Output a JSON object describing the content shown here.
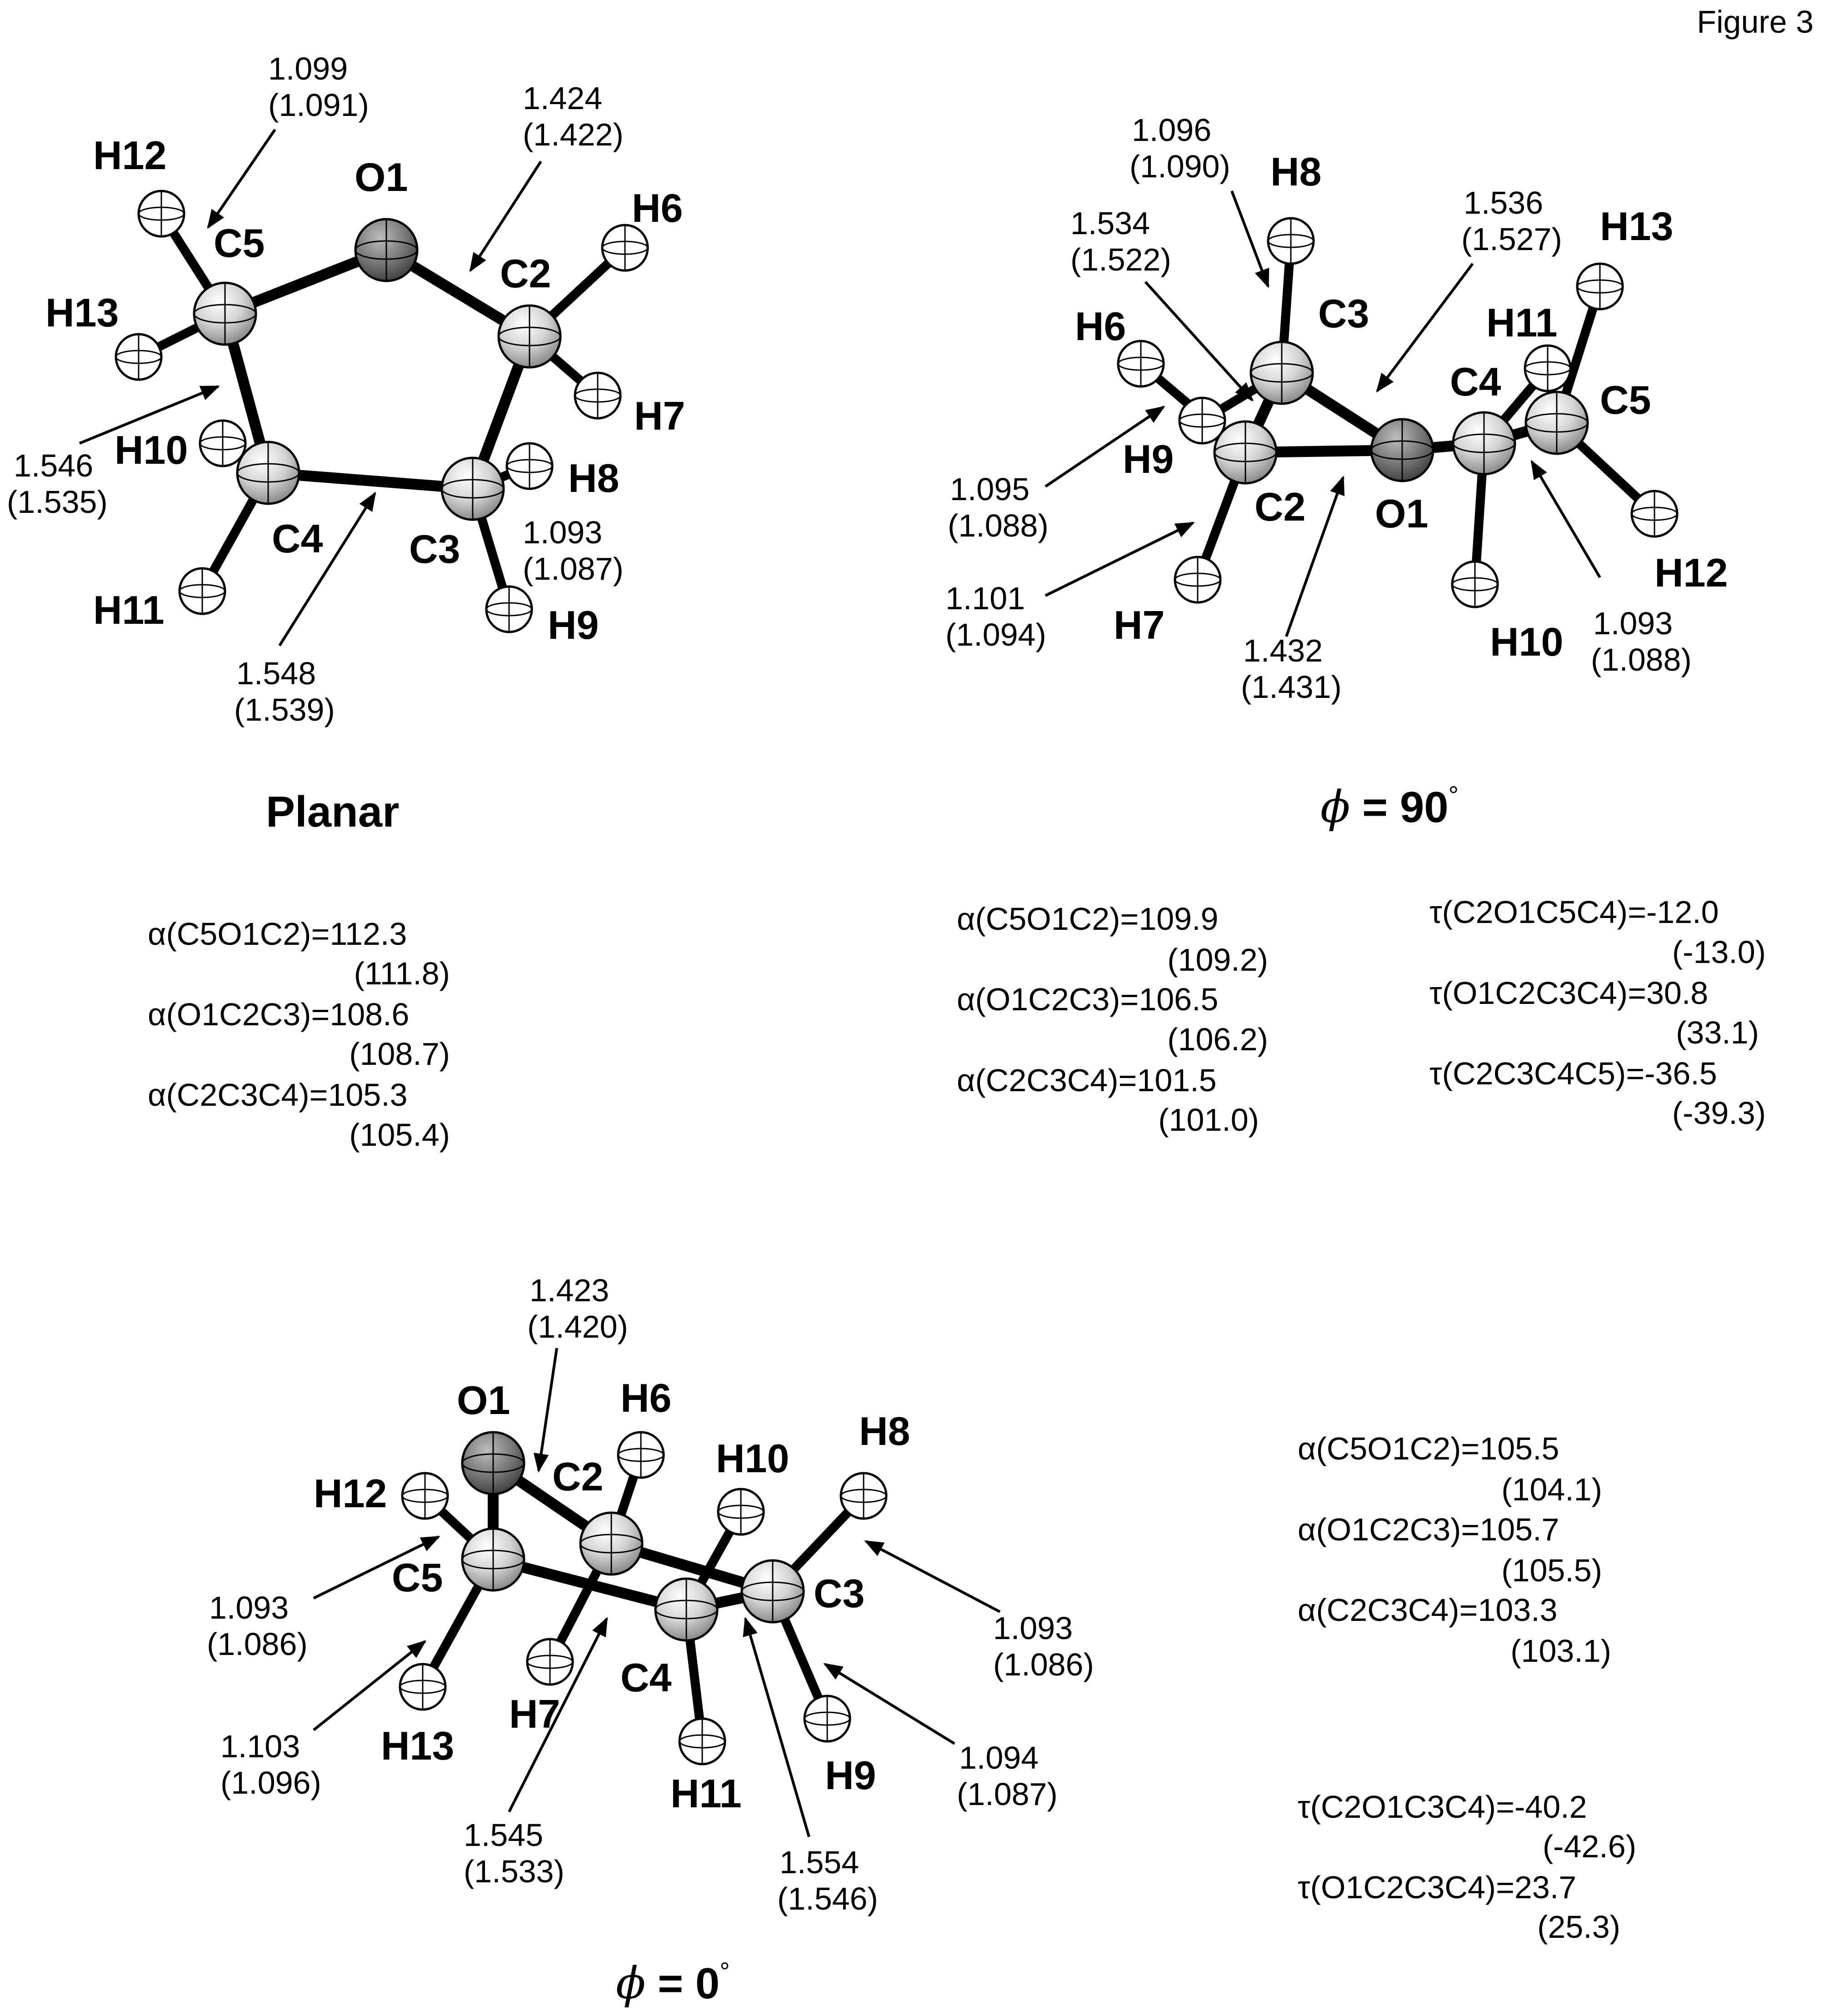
{
  "figure_label": "Figure 3",
  "panels": {
    "planar": {
      "title": "Planar",
      "atoms": {
        "O1": "O1",
        "C2": "C2",
        "C3": "C3",
        "C4": "C4",
        "C5": "C5",
        "H6": "H6",
        "H7": "H7",
        "H8": "H8",
        "H9": "H9",
        "H10": "H10",
        "H11": "H11",
        "H12": "H12",
        "H13": "H13"
      },
      "bonds": [
        {
          "v": "1.099",
          "p": "(1.091)"
        },
        {
          "v": "1.424",
          "p": "(1.422)"
        },
        {
          "v": "1.546",
          "p": "(1.535)"
        },
        {
          "v": "1.093",
          "p": "(1.087)"
        },
        {
          "v": "1.548",
          "p": "(1.539)"
        }
      ],
      "angles": [
        {
          "v": "α(C5O1C2)=112.3",
          "p": "(111.8)"
        },
        {
          "v": "α(O1C2C3)=108.6",
          "p": "(108.7)"
        },
        {
          "v": "α(C2C3C4)=105.3",
          "p": "(105.4)"
        }
      ]
    },
    "phi90": {
      "title_sym": "ϕ",
      "title_rest": " = 90",
      "title_deg": "°",
      "atoms": {
        "O1": "O1",
        "C2": "C2",
        "C3": "C3",
        "C4": "C4",
        "C5": "C5",
        "H6": "H6",
        "H7": "H7",
        "H8": "H8",
        "H9": "H9",
        "H10": "H10",
        "H11": "H11",
        "H12": "H12",
        "H13": "H13"
      },
      "bonds": [
        {
          "v": "1.096",
          "p": "(1.090)"
        },
        {
          "v": "1.534",
          "p": "(1.522)"
        },
        {
          "v": "1.536",
          "p": "(1.527)"
        },
        {
          "v": "1.095",
          "p": "(1.088)"
        },
        {
          "v": "1.101",
          "p": "(1.094)"
        },
        {
          "v": "1.432",
          "p": "(1.431)"
        },
        {
          "v": "1.093",
          "p": "(1.088)"
        }
      ],
      "angles": [
        {
          "v": "α(C5O1C2)=109.9",
          "p": "(109.2)"
        },
        {
          "v": "α(O1C2C3)=106.5",
          "p": "(106.2)"
        },
        {
          "v": "α(C2C3C4)=101.5",
          "p": "(101.0)"
        }
      ],
      "torsions": [
        {
          "v": "τ(C2O1C5C4)=-12.0",
          "p": "(-13.0)"
        },
        {
          "v": "τ(O1C2C3C4)=30.8",
          "p": "(33.1)"
        },
        {
          "v": "τ(C2C3C4C5)=-36.5",
          "p": "(-39.3)"
        }
      ]
    },
    "phi0": {
      "title_sym": "ϕ",
      "title_rest": " = 0",
      "title_deg": "°",
      "atoms": {
        "O1": "O1",
        "C2": "C2",
        "C3": "C3",
        "C4": "C4",
        "C5": "C5",
        "H6": "H6",
        "H7": "H7",
        "H8": "H8",
        "H9": "H9",
        "H10": "H10",
        "H11": "H11",
        "H12": "H12",
        "H13": "H13"
      },
      "bonds": [
        {
          "v": "1.423",
          "p": "(1.420)"
        },
        {
          "v": "1.093",
          "p": "(1.086)"
        },
        {
          "v": "1.103",
          "p": "(1.096)"
        },
        {
          "v": "1.545",
          "p": "(1.533)"
        },
        {
          "v": "1.554",
          "p": "(1.546)"
        },
        {
          "v": "1.093",
          "p": "(1.086)"
        },
        {
          "v": "1.094",
          "p": "(1.087)"
        }
      ],
      "angles": [
        {
          "v": "α(C5O1C2)=105.5",
          "p": "(104.1)"
        },
        {
          "v": "α(O1C2C3)=105.7",
          "p": "(105.5)"
        },
        {
          "v": "α(C2C3C4)=103.3",
          "p": "(103.1)"
        }
      ],
      "torsions": [
        {
          "v": "τ(C2O1C3C4)=-40.2",
          "p": "(-42.6)"
        },
        {
          "v": "τ(O1C2C3C4)=23.7",
          "p": "(25.3)"
        }
      ]
    }
  }
}
